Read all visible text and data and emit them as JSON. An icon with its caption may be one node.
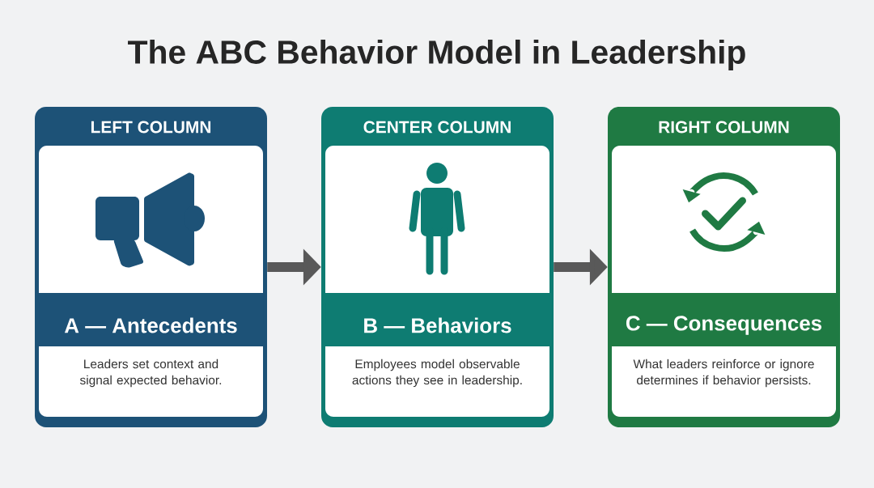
{
  "diagram": {
    "title": "The ABC Behavior Model in Leadership",
    "nodes": [
      {
        "text": [
          "LEFT COLUMN",
          "A — Antecedents",
          "Leaders set context and signal expected behavior."
        ]
      },
      {
        "text": [
          "CENTER COLUMN",
          "B — Behaviors",
          "Employees model observable actions they see in leadership."
        ]
      },
      {
        "text": [
          "RIGHT COLUMN",
          "C — Consequences",
          "What leaders reinforce or ignore determines if behavior persists."
        ]
      }
    ],
    "edges": [
      {
        "from": 0,
        "to": 1,
        "arrow": "to"
      },
      {
        "from": 1,
        "to": 2,
        "arrow": "to"
      }
    ]
  }
}
